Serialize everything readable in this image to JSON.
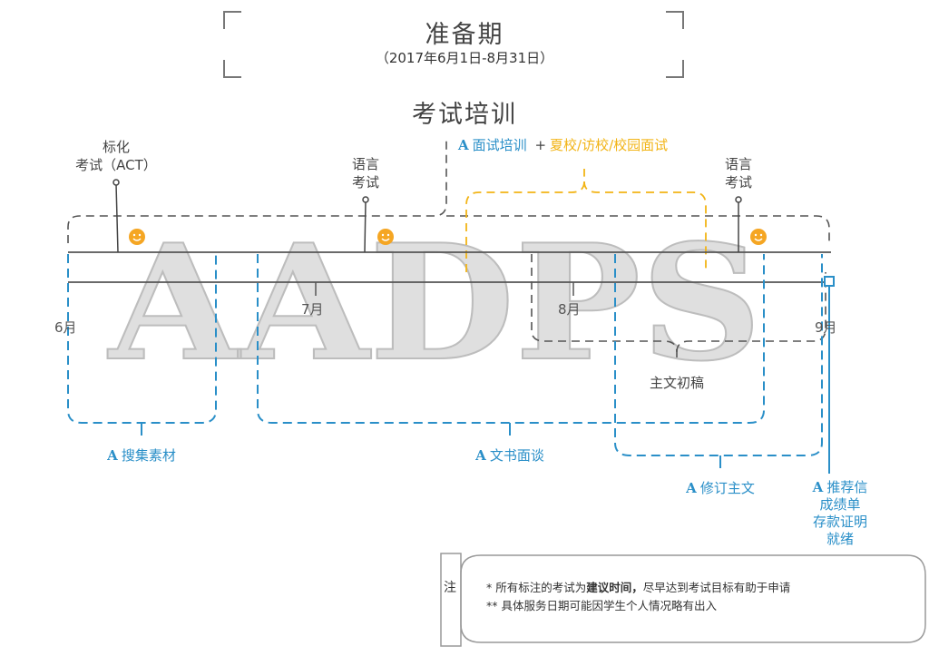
{
  "header": {
    "title": "准备期",
    "subtitle": "（2017年6月1日-8月31日）",
    "section_title": "考试培训"
  },
  "months": [
    "6月",
    "7月",
    "8月",
    "9月"
  ],
  "exams": [
    {
      "line1": "标化",
      "line2": "考试（ACT）"
    },
    {
      "line1": "语言",
      "line2": "考试"
    },
    {
      "line1": "语言",
      "line2": "考试"
    }
  ],
  "top_labels": {
    "interview_training": "面试培训",
    "plus": "+",
    "summer_campus": "夏校/访校/校园面试"
  },
  "timeline_labels": {
    "main_essay_draft": "主文初稿",
    "collect_materials": "搜集素材",
    "writing_interview": "文书面谈",
    "revise_main_essay": "修订主文",
    "recommendation": [
      "推荐信",
      "成绩单",
      "存款证明",
      "就绪"
    ]
  },
  "logo": {
    "letter": "A",
    "watermark": "AADPS"
  },
  "notes": {
    "tag": "注",
    "line1_pre": "* 所有标注的考试为",
    "line1_bold": "建议时间，",
    "line1_post": "尽早达到考试目标有助于申请",
    "line2": "** 具体服务日期可能因学生个人情况略有出入"
  },
  "colors": {
    "accent_blue": "#2a8fc8",
    "accent_gold": "#f2b416",
    "dashed_gray": "#555555",
    "watermark": "#cfcfcf"
  }
}
